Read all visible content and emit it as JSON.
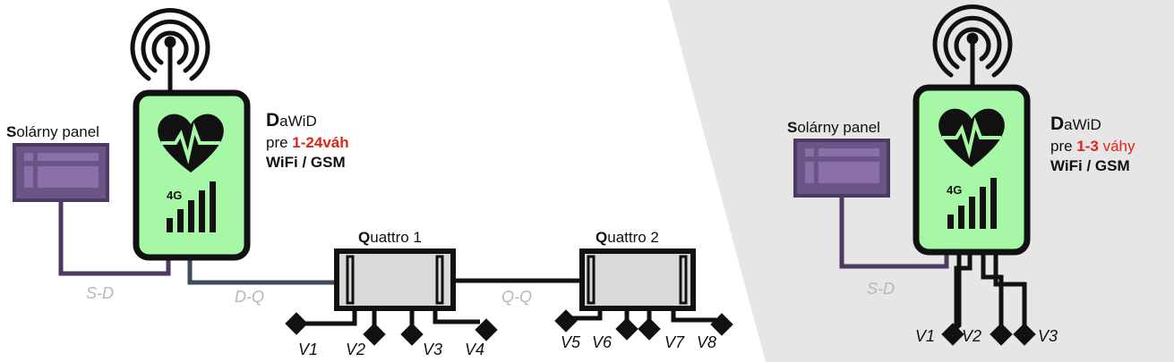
{
  "left": {
    "solar": {
      "initial": "S",
      "rest": "olárny panel"
    },
    "device": {
      "name_initial": "D",
      "name_rest": "aWiD",
      "line2_prefix": "pre ",
      "line2_highlight": "1-24váh",
      "line3": "WiFi / GSM",
      "signal": "4G"
    },
    "quattro1": {
      "initial": "Q",
      "rest": "uattro 1"
    },
    "quattro2": {
      "initial": "Q",
      "rest": "uattro 2"
    },
    "connections": {
      "sd": "S-D",
      "dq": "D-Q",
      "qq": "Q-Q"
    },
    "scales": [
      "V1",
      "V2",
      "V3",
      "V4",
      "V5",
      "V6",
      "V7",
      "V8"
    ]
  },
  "right": {
    "solar": {
      "initial": "S",
      "rest": "olárny panel"
    },
    "device": {
      "name_initial": "D",
      "name_rest": "aWiD",
      "line2_prefix": "pre ",
      "line2_highlight": "1-3",
      "line2_suffix": " váhy",
      "line3": "WiFi / GSM",
      "signal": "4G"
    },
    "connections": {
      "sd": "S-D"
    },
    "scales": [
      "V1",
      "V2",
      "V3"
    ]
  },
  "colors": {
    "device_fill": "#a6f7a6",
    "panel_fill": "#6b5586",
    "panel_cell": "#8a6fa8",
    "panel_wire": "#4d3a63",
    "dq_wire": "#3b4a5c",
    "quattro_fill": "#d9d9d9",
    "highlight": "#e2231a",
    "right_bg": "#e6e6e6"
  },
  "icons": [
    "antenna-icon",
    "heart-pulse-icon",
    "signal-bars-icon",
    "solar-panel-icon",
    "scale-diamond-icon"
  ]
}
